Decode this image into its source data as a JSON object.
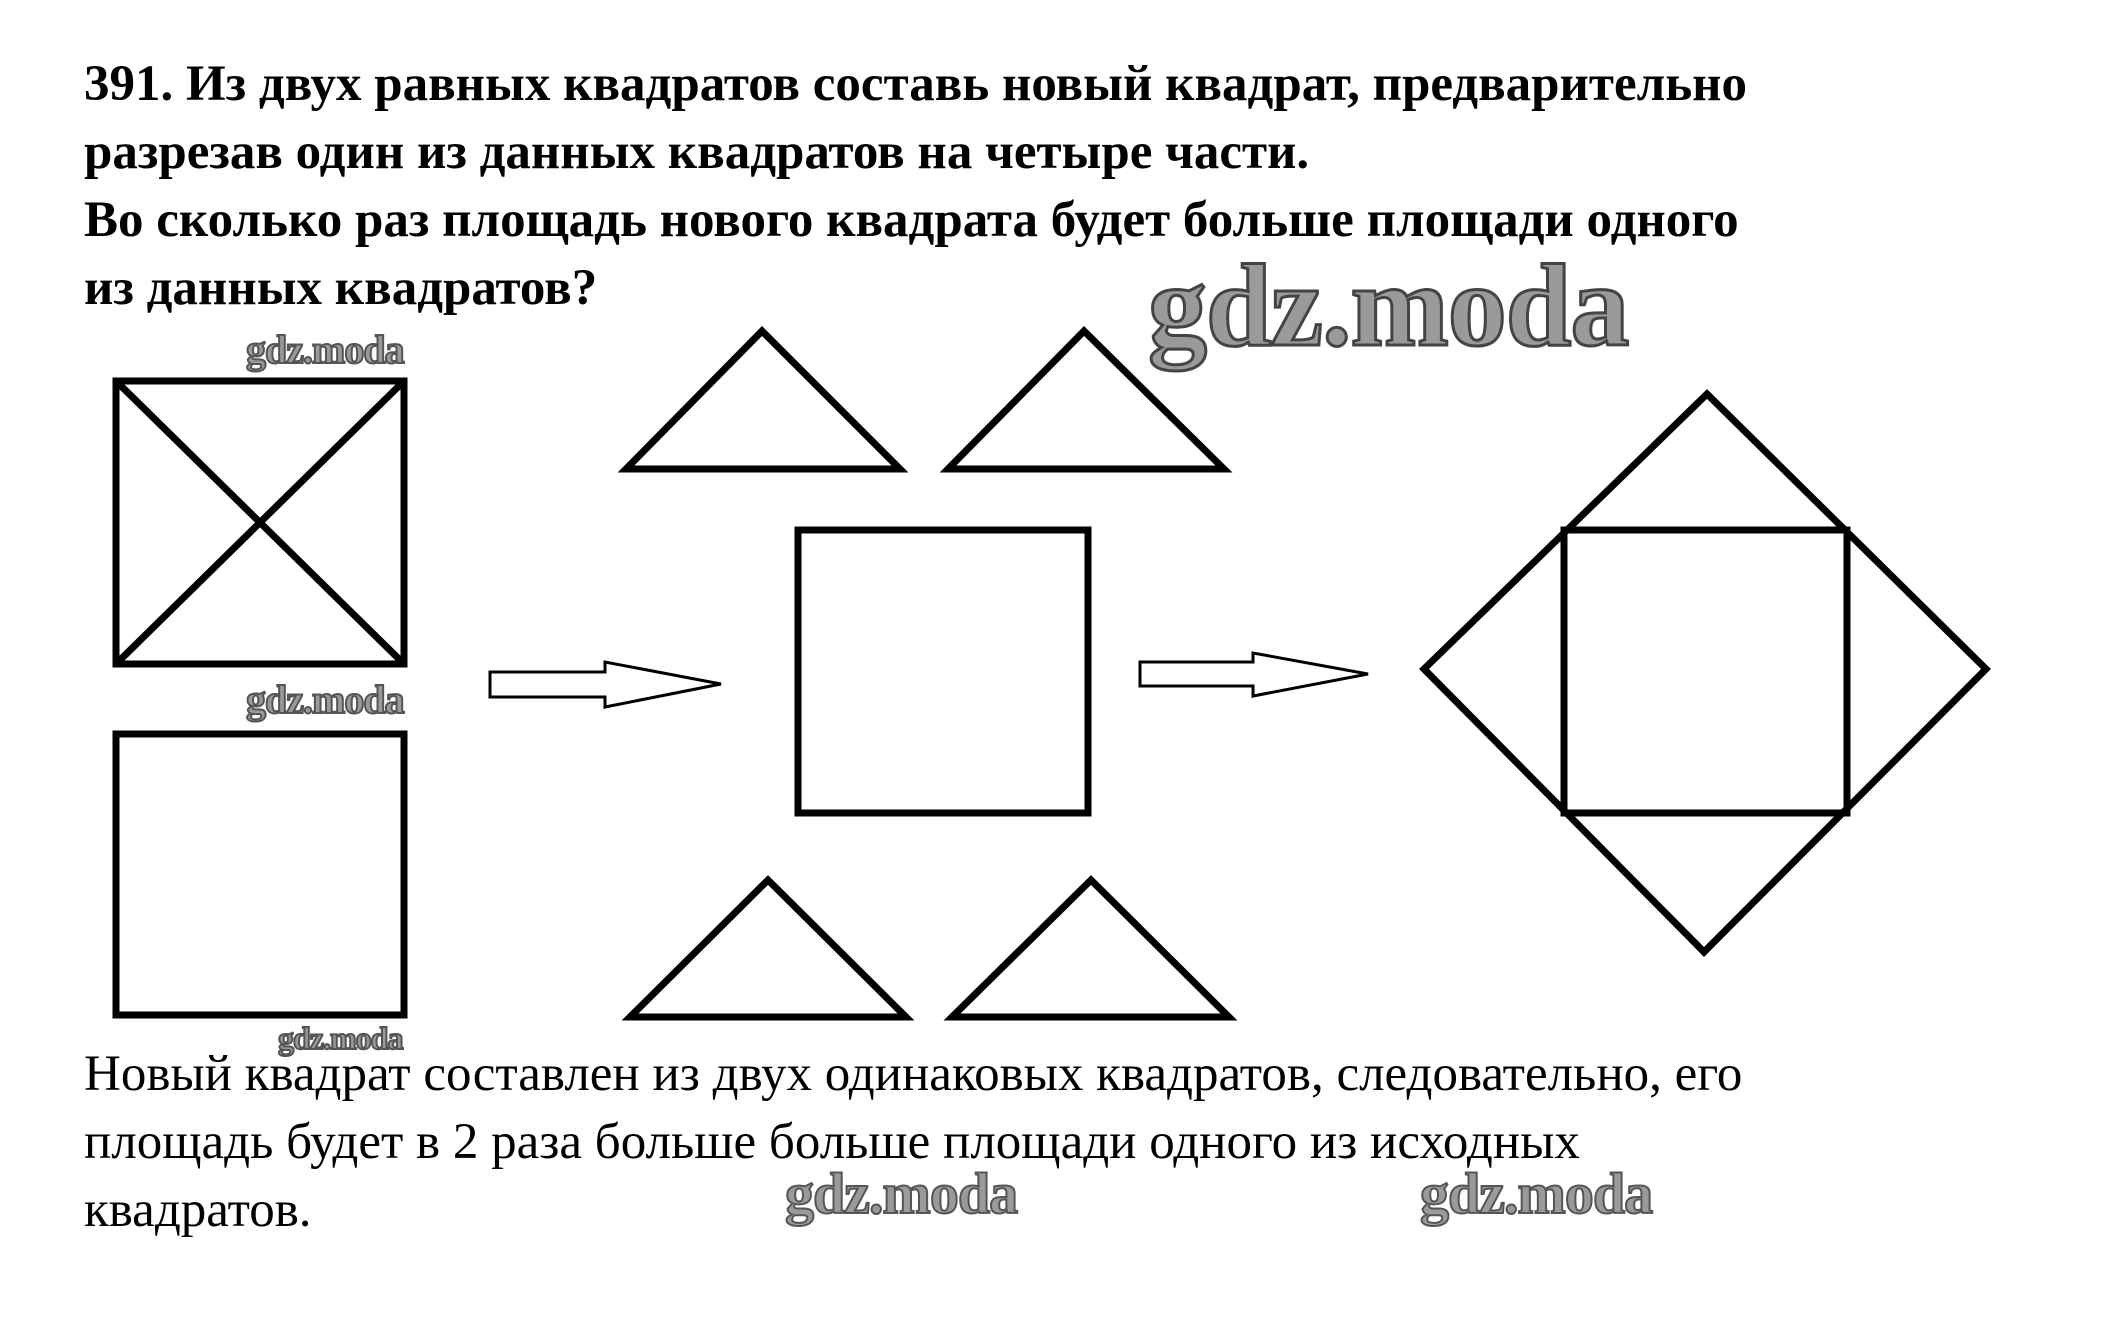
{
  "problem": {
    "lines": [
      "391. Из двух равных квадратов составь новый квадрат, предварительно",
      "разрезав один из данных квадратов на четыре части.",
      "Во сколько раз площадь нового квадрата будет больше площади одного",
      "из данных квадратов?"
    ]
  },
  "answer": {
    "lines": [
      "Новый квадрат составлен из двух одинаковых квадратов, следовательно, его",
      "площадь будет в 2 раза больше больше площади одного из исходных",
      "квадратов."
    ]
  },
  "watermark": "gdz.moda"
}
